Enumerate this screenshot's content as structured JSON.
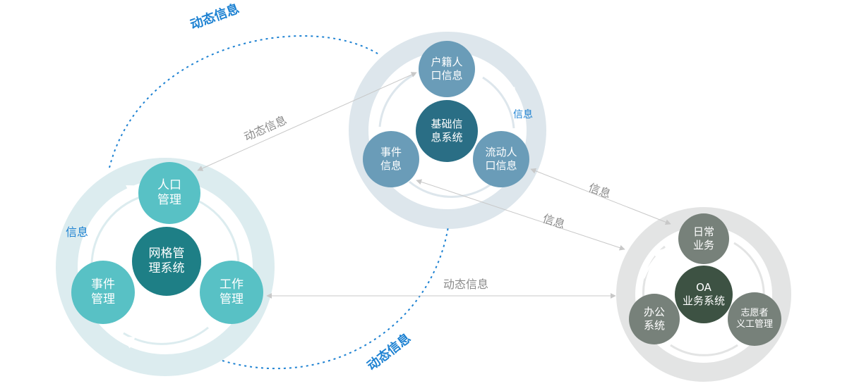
{
  "systems": {
    "grid": {
      "center": "网格管\n理系统",
      "nodes": {
        "population": "人口\n管理",
        "event": "事件\n管理",
        "work": "工作\n管理"
      },
      "cycle_label": "信息"
    },
    "basic": {
      "center": "基础信\n息系统",
      "nodes": {
        "registered": "户籍人\n口信息",
        "floating": "流动人\n口信息",
        "event": "事件\n信息"
      },
      "cycle_label": "信息"
    },
    "oa": {
      "center": "OA\n业务系统",
      "nodes": {
        "daily": "日常\n业务",
        "office": "办公\n系统",
        "volunteer": "志愿者\n义工管理"
      }
    }
  },
  "links": {
    "top_dynamic": "动态信息",
    "bottom_dynamic": "动态信息",
    "grid_basic": "动态信息",
    "grid_oa": "动态信息",
    "basic_oa_1": "信息",
    "basic_oa_2": "信息"
  },
  "colors": {
    "ring_teal": "#dcecef",
    "ring_blue": "#dde6ec",
    "ring_gray": "#e3e4e4",
    "accent_blue": "#1e82d2",
    "arrow_gray": "#c8c8c8"
  }
}
